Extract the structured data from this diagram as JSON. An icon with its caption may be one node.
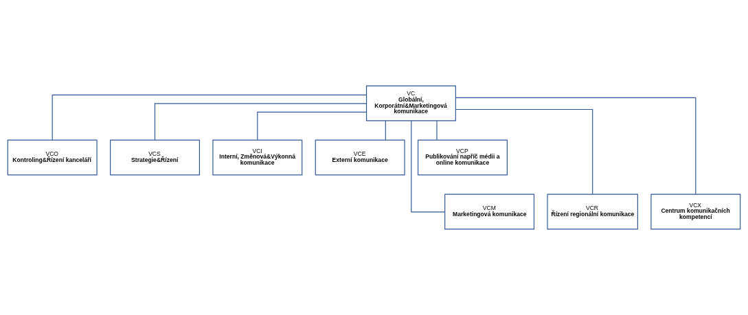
{
  "diagram": {
    "nodes": [
      {
        "text": [
          "VC",
          "Globální, Korporátní&Marketingová komunikace"
        ]
      },
      {
        "text": [
          "VCO",
          "Kontroling&Řízení kanceláří"
        ]
      },
      {
        "text": [
          "VCS",
          "Strategie&Řízení"
        ]
      },
      {
        "text": [
          "VCI",
          "Interní, Změnová&Výkonná komunikace"
        ]
      },
      {
        "text": [
          "VCE",
          "Externí komunikace"
        ]
      },
      {
        "text": [
          "VCP",
          "Publikování napříč médii a online komunikace"
        ]
      },
      {
        "text": [
          "VCM",
          "Marketingová komunikace"
        ]
      },
      {
        "text": [
          "VCR",
          "Řízení regionální komunikace"
        ]
      },
      {
        "text": [
          "VCX",
          "Centrum komunikačních kompetencí"
        ]
      }
    ],
    "edges": [
      {
        "from": 0,
        "to": 1,
        "arrow": "none"
      },
      {
        "from": 0,
        "to": 2,
        "arrow": "none"
      },
      {
        "from": 0,
        "to": 3,
        "arrow": "none"
      },
      {
        "from": 0,
        "to": 4,
        "arrow": "none"
      },
      {
        "from": 0,
        "to": 5,
        "arrow": "none"
      },
      {
        "from": 0,
        "to": 6,
        "arrow": "none"
      },
      {
        "from": 0,
        "to": 7,
        "arrow": "none"
      },
      {
        "from": 0,
        "to": 8,
        "arrow": "none"
      }
    ]
  }
}
